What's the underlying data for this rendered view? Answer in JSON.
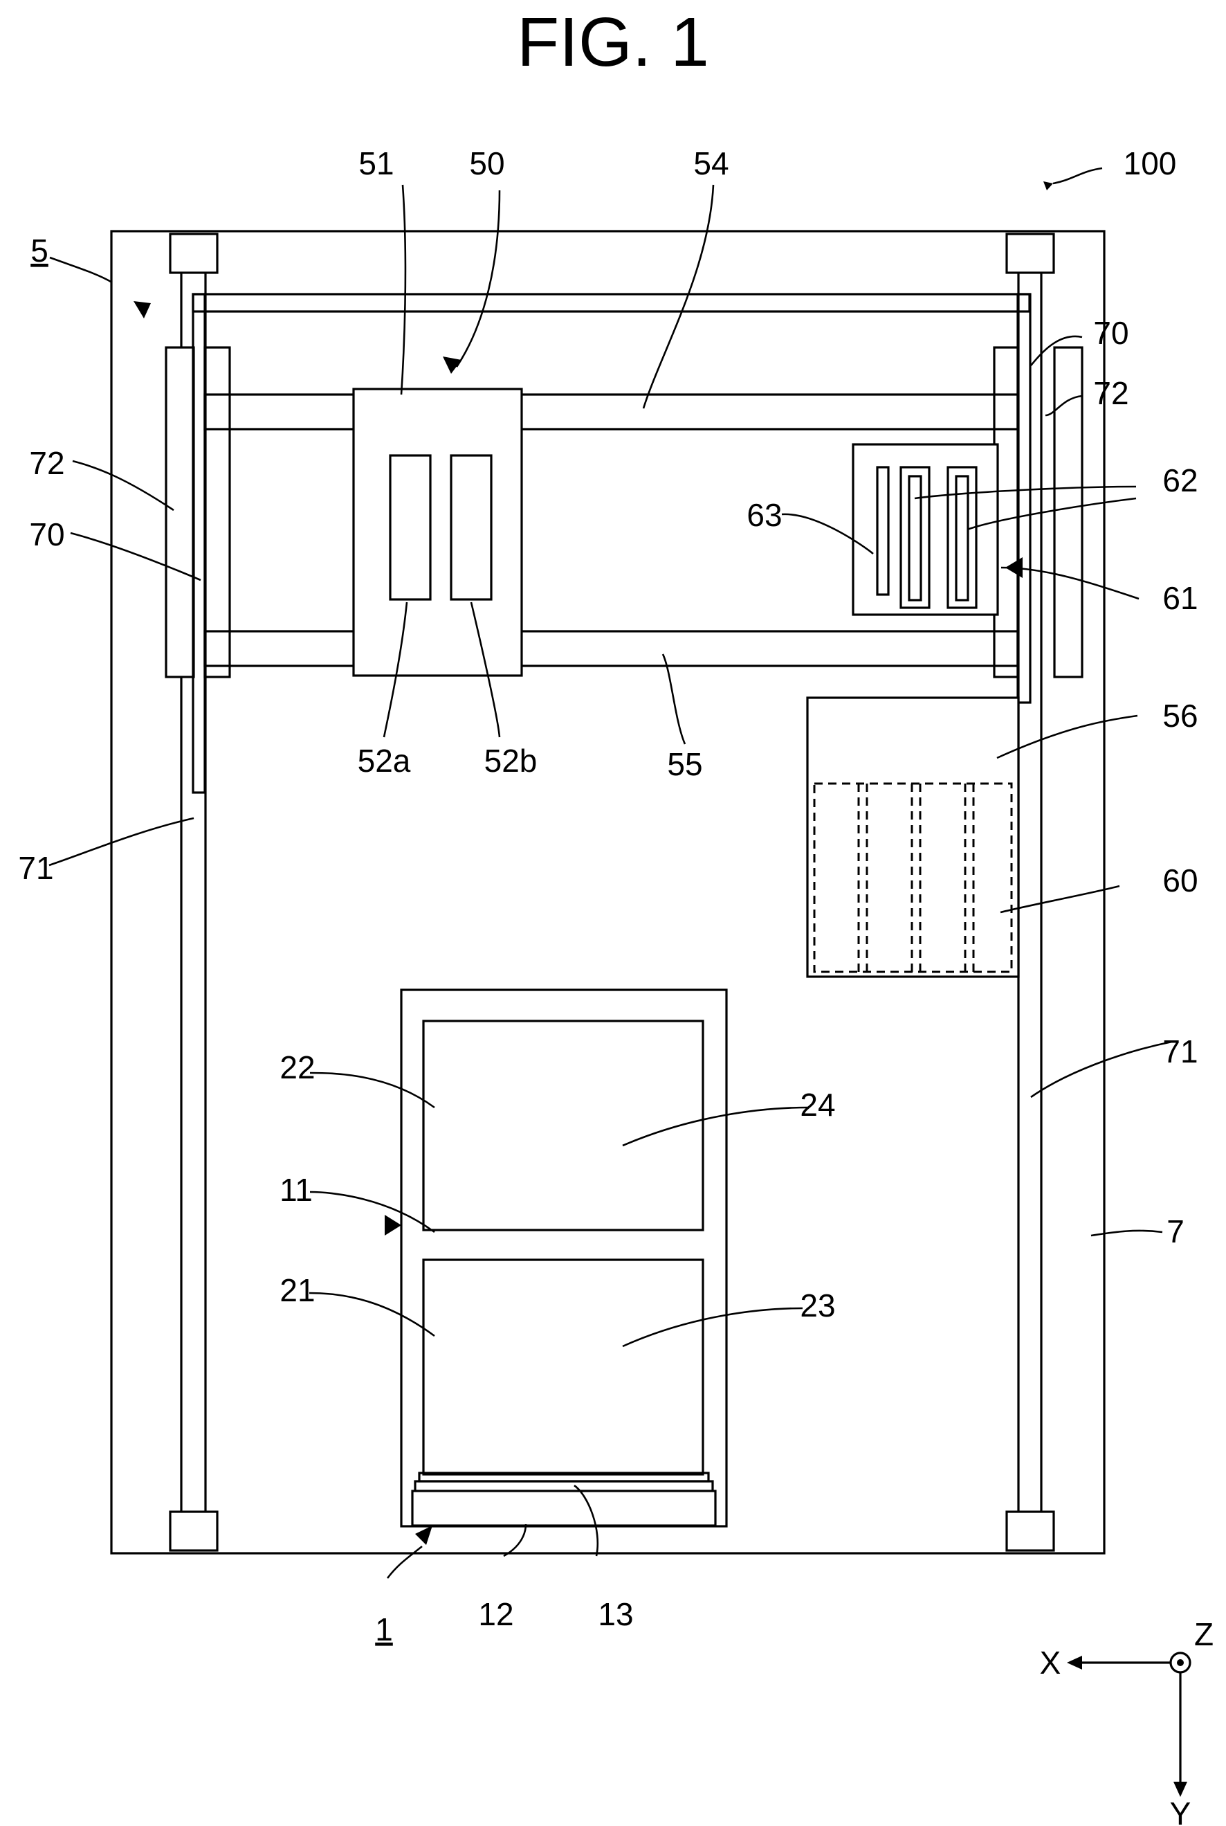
{
  "figure": {
    "title": "FIG. 1",
    "labels": {
      "l100": "100",
      "l5": "5",
      "l51": "51",
      "l50": "50",
      "l54": "54",
      "l70r": "70",
      "l72r": "72",
      "l72l": "72",
      "l70l": "70",
      "l62": "62",
      "l63": "63",
      "l61": "61",
      "l52a": "52a",
      "l52b": "52b",
      "l55": "55",
      "l56": "56",
      "l71l": "71",
      "l60": "60",
      "l22": "22",
      "l24": "24",
      "l11": "11",
      "l71r": "71",
      "l7": "7",
      "l21": "21",
      "l23": "23",
      "l12": "12",
      "l13": "13",
      "l1": "1"
    },
    "axes": {
      "x": "X",
      "y": "Y",
      "z": "Z"
    }
  }
}
